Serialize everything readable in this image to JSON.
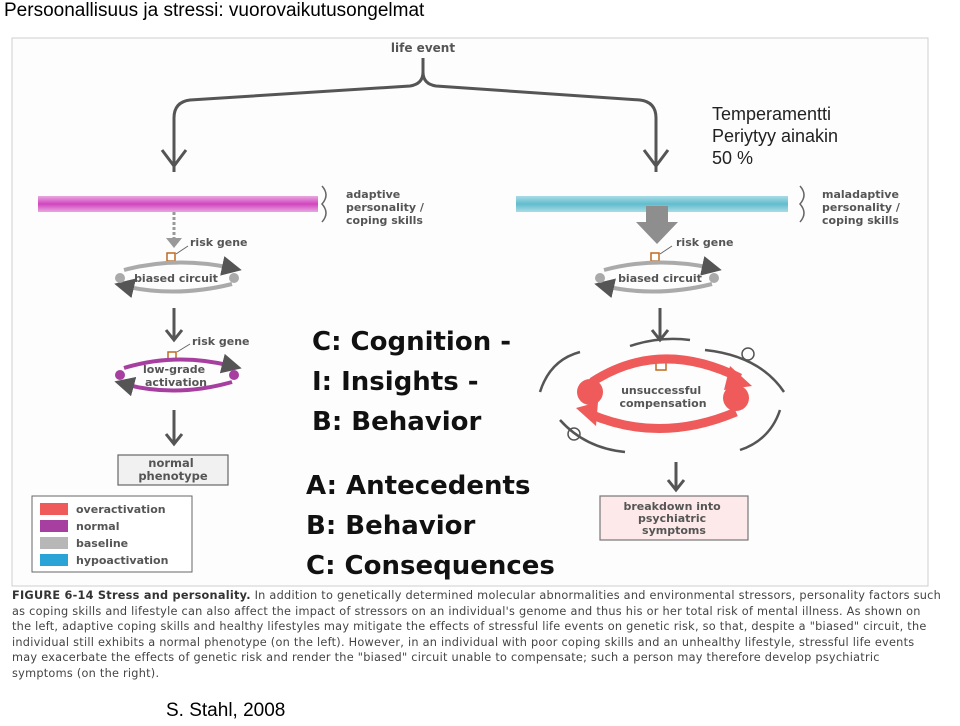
{
  "slide": {
    "title": "Persoonallisuus ja stressi: vuorovaikutusongelmat",
    "credit": "S. Stahl, 2008"
  },
  "annotation": {
    "line1": "Temperamentti",
    "line2": "Periytyy ainakin",
    "line3": "50 %"
  },
  "overlay": {
    "cib": [
      "C: Cognition -",
      "I: Insights -",
      "B: Behavior"
    ],
    "abc": [
      "A: Antecedents",
      "B: Behavior",
      "C: Consequences"
    ]
  },
  "figure": {
    "life_event": "life event",
    "adaptive": [
      "adaptive",
      "personality /",
      "coping skills"
    ],
    "maladaptive": [
      "maladaptive",
      "personality /",
      "coping skills"
    ],
    "risk_gene": "risk gene",
    "biased_circuit": "biased circuit",
    "low_grade": [
      "low-grade",
      "activation"
    ],
    "normal_phenotype": [
      "normal",
      "phenotype"
    ],
    "unsuccessful": [
      "unsuccessful",
      "compensation"
    ],
    "breakdown": [
      "breakdown into",
      "psychiatric",
      "symptoms"
    ],
    "legend": [
      {
        "label": "overactivation",
        "color": "#ef5a5a"
      },
      {
        "label": "normal",
        "color": "#a63fa0"
      },
      {
        "label": "baseline",
        "color": "#b7b7b7"
      },
      {
        "label": "hypoactivation",
        "color": "#2aa3d6"
      }
    ],
    "caption_head": "FIGURE 6-14  Stress and personality.",
    "caption_body": " In addition to genetically determined molecular abnormalities and environmental stressors, personality factors such as coping skills and lifestyle can also affect the impact of stressors on an individual's genome and thus his or her total risk of mental illness. As shown on the left, adaptive coping skills and healthy lifestyles may mitigate the effects of stressful life events on genetic risk, so that, despite a \"biased\" circuit, the individual still exhibits a normal phenotype (on the left). However, in an individual with poor coping skills and an unhealthy lifestyle, stressful life events may exacerbate the effects of genetic risk and render the \"biased\" circuit unable to compensate; such a person may therefore develop psychiatric symptoms (on the right)."
  }
}
